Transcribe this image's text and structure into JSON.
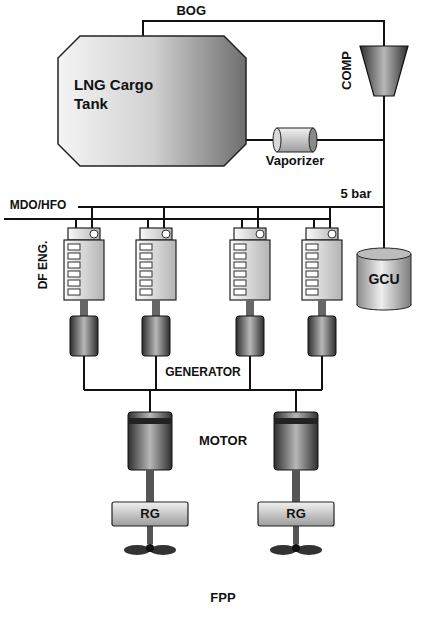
{
  "diagram": {
    "nodes": [
      {
        "text": [
          "LNG Cargo Tank"
        ]
      },
      {
        "text": [
          "COMP"
        ]
      },
      {
        "text": [
          "Vaporizer"
        ]
      },
      {
        "text": [
          "GCU"
        ]
      },
      {
        "text": [
          "RG"
        ]
      },
      {
        "text": [
          "RG"
        ]
      }
    ],
    "edges": [
      {
        "from": 0,
        "to": 1,
        "arrow": "none",
        "label": "BOG"
      },
      {
        "from": 0,
        "to": 2,
        "arrow": "none"
      },
      {
        "from": 1,
        "to": 3,
        "arrow": "none"
      }
    ],
    "labels": [
      "5 bar",
      "MDO/HFO",
      "DF ENG.",
      "GENERATOR",
      "MOTOR",
      "FPP"
    ]
  }
}
